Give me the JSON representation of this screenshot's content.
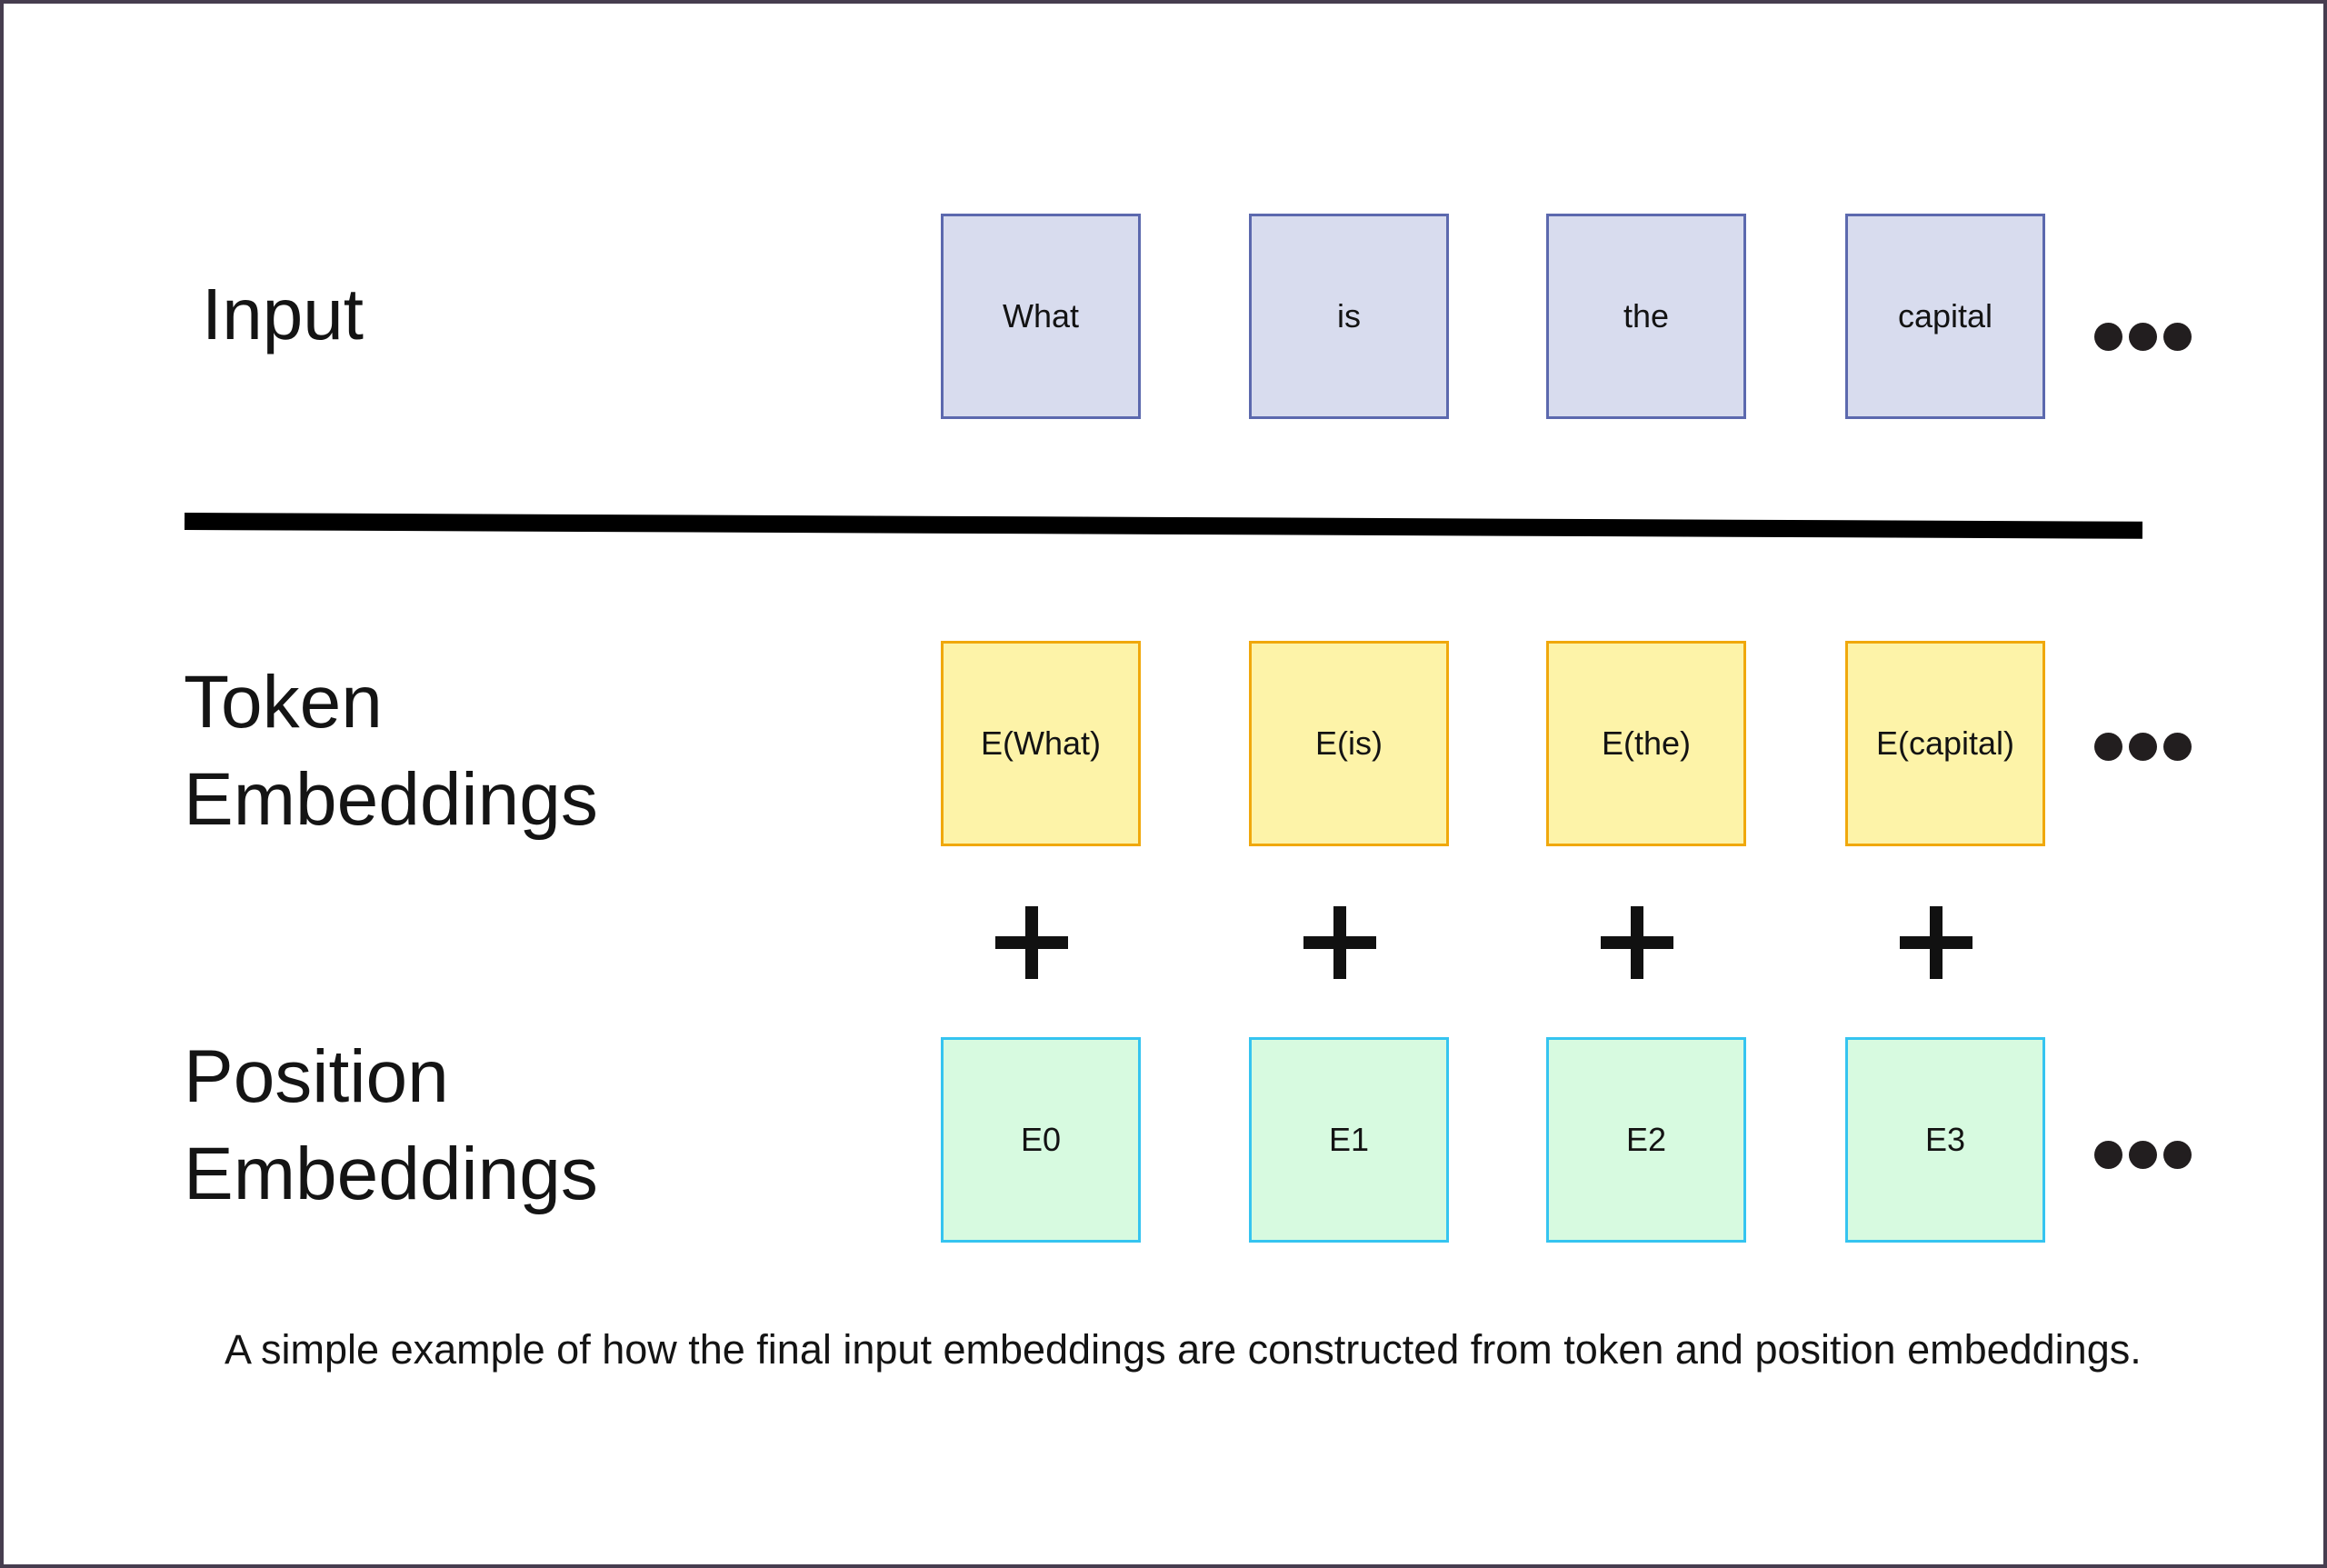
{
  "rows": {
    "input": {
      "label": "Input",
      "boxes": [
        "What",
        "is",
        "the",
        "capital"
      ]
    },
    "token": {
      "label_line1": "Token",
      "label_line2": "Embeddings",
      "boxes": [
        "E(What)",
        "E(is)",
        "E(the)",
        "E(capital)"
      ]
    },
    "position": {
      "label_line1": "Position",
      "label_line2": "Embeddings",
      "boxes": [
        "E0",
        "E1",
        "E2",
        "E3"
      ]
    }
  },
  "operator": "+",
  "caption": "A simple example of how the final input embeddings are constructed from token and position embeddings.",
  "colors": {
    "input_box_fill": "#d8dcee",
    "input_box_border": "#5c69ae",
    "token_box_fill": "#fdf3a8",
    "token_box_border": "#f0a80c",
    "position_box_fill": "#d7fae0",
    "position_box_border": "#35c4f0",
    "ink": "#111111",
    "frame_border": "#463d4f"
  }
}
